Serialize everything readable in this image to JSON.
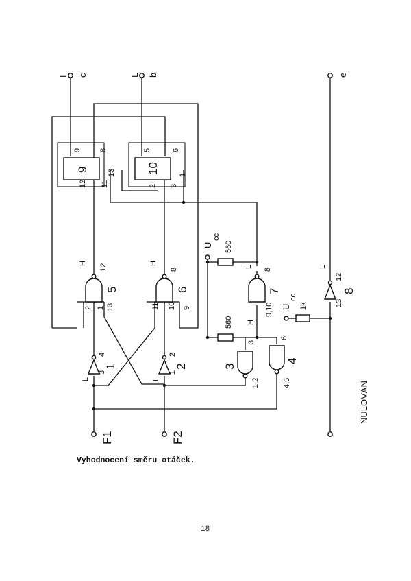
{
  "caption": "Vyhodnocení směru otáček.",
  "page_number": "18",
  "diagram": {
    "inputs": {
      "f1": "F1",
      "f2": "F2"
    },
    "reset_label": "NULOVÁN",
    "outputs": {
      "c": {
        "letter": "c",
        "level": "L"
      },
      "b": {
        "letter": "b",
        "level": "L"
      },
      "e": {
        "letter": "e",
        "level": "L"
      }
    },
    "flipflops": {
      "ff9": {
        "id": "9",
        "pins": [
          "9",
          "8",
          "12",
          "11",
          "13"
        ]
      },
      "ff10": {
        "id": "10",
        "pins": [
          "5",
          "6",
          "2",
          "3",
          "1"
        ]
      }
    },
    "gates": {
      "g5": {
        "id": "5",
        "level": "H",
        "out_pin": "12",
        "in_pins": [
          "2",
          "1",
          "13"
        ]
      },
      "g6": {
        "id": "6",
        "level": "H",
        "out_pin": "8",
        "in_pins": [
          "11",
          "10",
          "9"
        ]
      },
      "g7": {
        "id": "7",
        "level": "L",
        "out_pin": "8",
        "in_pins": "9,10"
      },
      "g3": {
        "id": "3",
        "out_pin": "3",
        "in_pins": "1,2"
      },
      "g4": {
        "id": "4",
        "out_pin": "6",
        "in_pins": "4,5"
      }
    },
    "inverters": {
      "inv1": {
        "id": "1",
        "level": "L",
        "out_pin": "4",
        "in_pin": "3"
      },
      "inv2": {
        "id": "2",
        "level": "L",
        "out_pin": "2",
        "in_pin": "1"
      },
      "inv8": {
        "id": "8",
        "level": "L",
        "out_pin": "12",
        "in_pin": "13"
      }
    },
    "resistors": {
      "r1": {
        "value": "560",
        "supply": "U",
        "supply_sub": "cc"
      },
      "r2": {
        "value": "560",
        "level": "H"
      },
      "r3": {
        "value": "1k",
        "supply": "U",
        "supply_sub": "cc"
      }
    }
  }
}
